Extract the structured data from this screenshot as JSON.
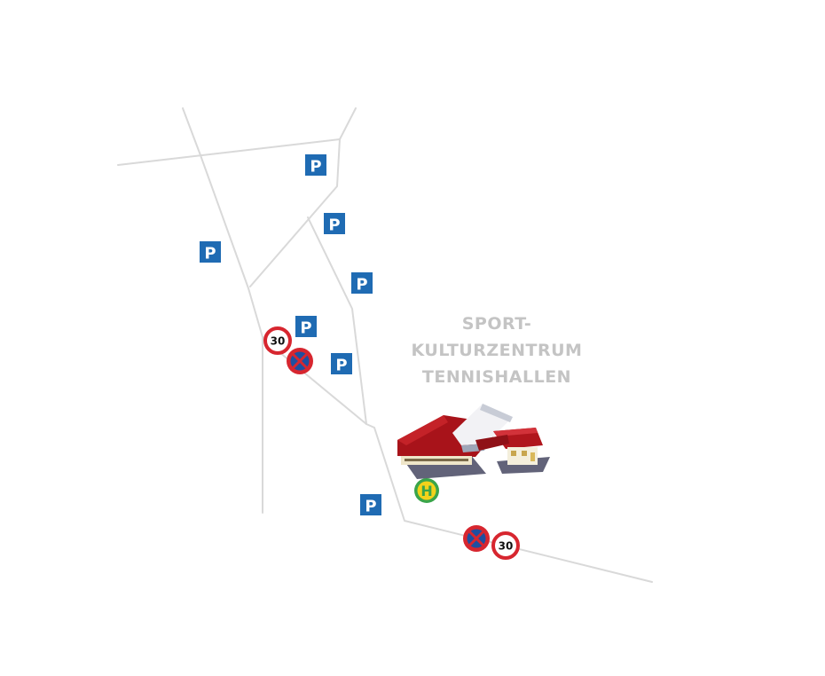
{
  "map": {
    "venue_label_lines": [
      "SPORT-",
      "KULTURZENTRUM",
      "TENNISHALLEN"
    ],
    "parking_sign_text": "P",
    "speed_limit_text": "30",
    "bus_stop_text": "H",
    "colors": {
      "road": "#d9d9d9",
      "parking_blue": "#1f6bb3",
      "sign_red": "#d7262f",
      "sign_blue": "#1f4fa0",
      "bus_green": "#3aa54a",
      "bus_yellow": "#f2d21b",
      "label_gray": "#c4c4c4"
    },
    "icons": [
      "parking-sign-icon",
      "speed-limit-30-icon",
      "no-stopping-icon",
      "bus-stop-icon",
      "sports-center-building-icon"
    ]
  }
}
